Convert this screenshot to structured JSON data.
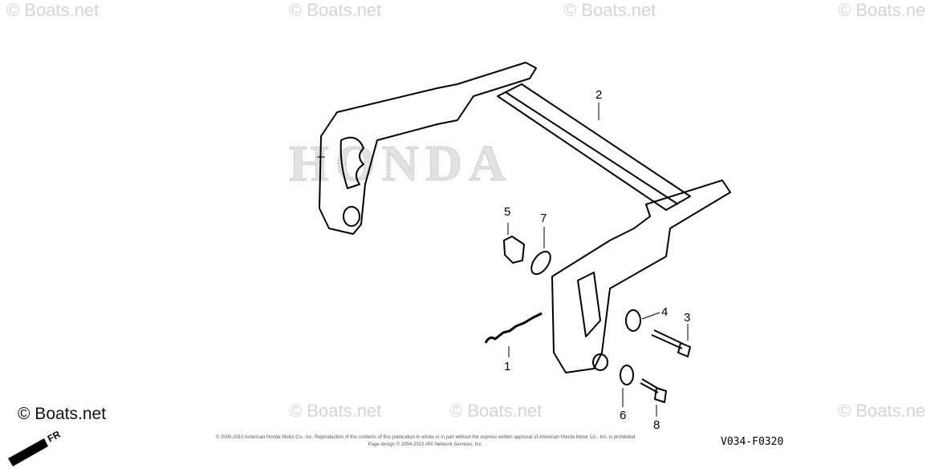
{
  "watermarks": [
    "© Boats.net",
    "© Boats.net",
    "© Boats.net",
    "© Boats.ne",
    "© Boats.net",
    "© Boats.net",
    "© Boats.net",
    "© Boats.ne"
  ],
  "brand_logo": "© Boats.net",
  "background_logo": "HONDA",
  "front_arrow_label": "FR",
  "callouts": [
    "1",
    "2",
    "3",
    "4",
    "5",
    "6",
    "7",
    "8"
  ],
  "copyright_line1": "© 2000-2010 American Honda Motor Co., Inc. Reproduction of the contents of this publication in whole or in part without the express written approval of American Honda Motor Co., Inc. is prohibited",
  "copyright_line2": "Page design © 2004-2015 ARI Network Services, Inc.",
  "diagram_code": "V034-F0320"
}
